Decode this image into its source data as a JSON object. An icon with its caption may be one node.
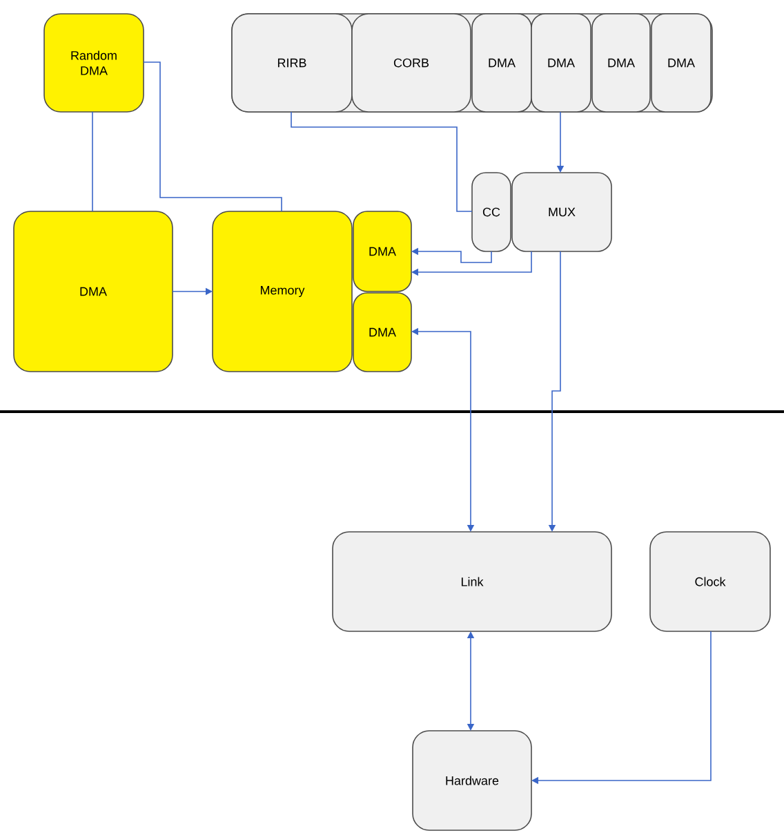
{
  "diagram": {
    "nodes": [
      {
        "text": [
          "Random DMA"
        ]
      },
      {
        "text": [],
        "shape": "box"
      },
      {
        "text": [
          "RIRB"
        ],
        "in": 1
      },
      {
        "text": [
          "CORB"
        ],
        "in": 1
      },
      {
        "text": [
          "DMA"
        ],
        "in": 1
      },
      {
        "text": [
          "DMA"
        ],
        "in": 1
      },
      {
        "text": [
          "DMA"
        ],
        "in": 1
      },
      {
        "text": [
          "DMA"
        ],
        "in": 1
      },
      {
        "text": [
          "CC"
        ]
      },
      {
        "text": [
          "MUX"
        ]
      },
      {
        "text": [
          "DMA"
        ]
      },
      {
        "text": [
          "Memory"
        ]
      },
      {
        "text": [
          "DMA"
        ]
      },
      {
        "text": [
          "DMA"
        ]
      },
      {
        "text": [
          "Link"
        ]
      },
      {
        "text": [
          "Clock"
        ]
      },
      {
        "text": [
          "Hardware"
        ]
      }
    ],
    "edges": [
      {
        "from": 0,
        "to": 10,
        "arrow": "none"
      },
      {
        "from": 0,
        "to": 11,
        "arrow": "none"
      },
      {
        "from": 10,
        "to": 11,
        "arrow": "to"
      },
      {
        "from": 2,
        "to": 8,
        "arrow": "none"
      },
      {
        "from": 5,
        "to": 9,
        "arrow": "to"
      },
      {
        "from": 8,
        "to": 12,
        "arrow": "to"
      },
      {
        "from": 9,
        "to": 12,
        "arrow": "to"
      },
      {
        "from": 13,
        "to": 14,
        "arrow": "both"
      },
      {
        "from": 9,
        "to": 14,
        "arrow": "to"
      },
      {
        "from": 14,
        "to": 16,
        "arrow": "both"
      },
      {
        "from": 15,
        "to": 16,
        "arrow": "to"
      }
    ]
  }
}
